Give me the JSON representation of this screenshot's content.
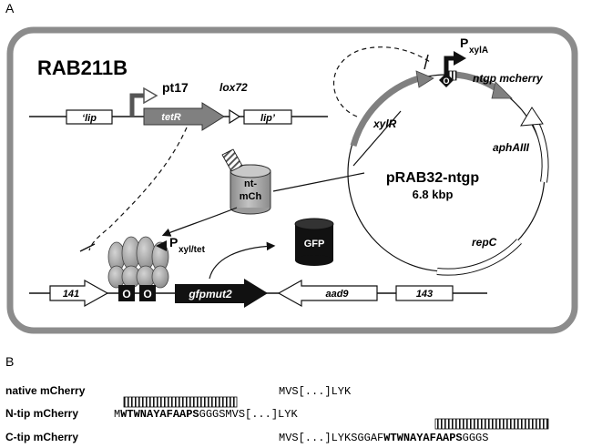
{
  "panel_a": {
    "label": "A",
    "strain": "RAB211B",
    "promoters": {
      "pt17": "pt17",
      "pxyl_tet_main": "P",
      "pxyl_tet_sub": "xyl/tet",
      "pxyla_main": "P",
      "pxyla_sub": "xylA"
    },
    "genome_genes": {
      "lip_left": "‘lip",
      "tetR": "tetR",
      "lox72": "lox72",
      "lip_right": "lip’",
      "g141": "141",
      "gfpmut2": "gfpmut2",
      "aad9": "aad9",
      "g143": "143"
    },
    "operators": [
      "O",
      "O"
    ],
    "proteins": {
      "nt_mch_line1": "nt-",
      "nt_mch_line2": "mCh",
      "gfp": "GFP"
    },
    "plasmid": {
      "name": "pRAB32-ntgp",
      "size": "6.8 kbp",
      "xylR": "xylR",
      "ntgp_mcherry": "ntgp mcherry",
      "aphAIII": "aphAIII",
      "repC": "repC"
    },
    "colors": {
      "frame": "#8c8c8c",
      "gray_gene": "#808080",
      "black": "#111111",
      "protein_fill": "#a9a9a9"
    }
  },
  "panel_b": {
    "label": "B",
    "rows": [
      {
        "name": "native mCherry",
        "prefix": "",
        "bold": "",
        "seq": "MVS[...]LYK",
        "suffix": ""
      },
      {
        "name": "N-tip mCherry",
        "prefix": "M",
        "bold": "WTWNAYAFAAPS",
        "seq": "GGGSMVS[...]LYK",
        "suffix": ""
      },
      {
        "name": "C-tip mCherry",
        "prefix": "",
        "bold": "",
        "seq": "MVS[...]LYKSGGAF",
        "bold2": "WTWNAYAFAAPS",
        "suffix": "GGGS"
      }
    ]
  }
}
